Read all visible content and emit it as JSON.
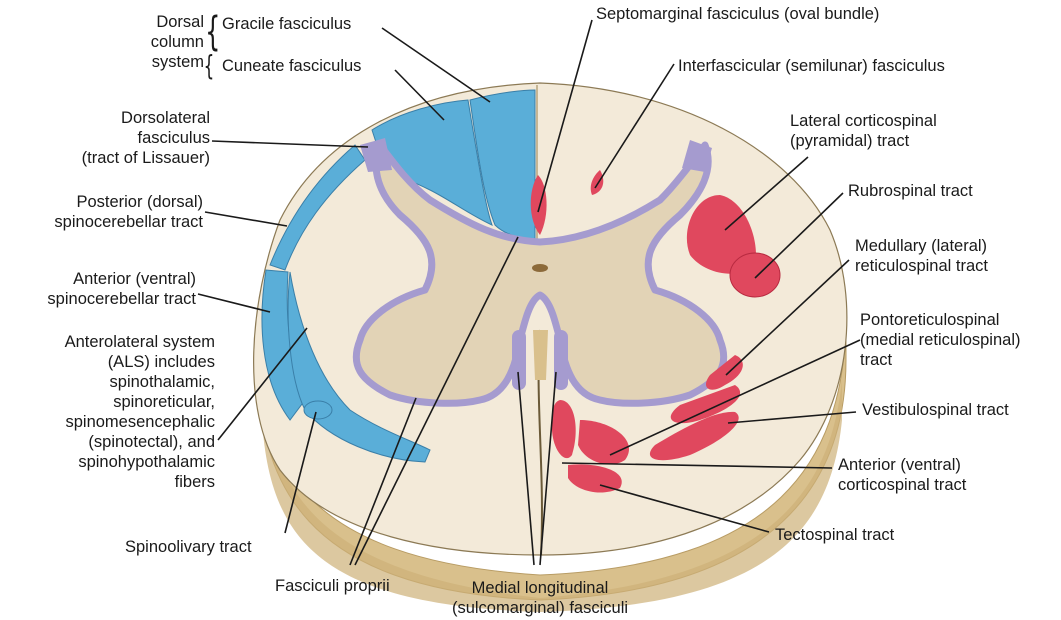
{
  "colors": {
    "white_matter": "#f3ead9",
    "gray_matter": "#e2d3b6",
    "gray_outline": "#a59bcf",
    "tract_blue": "#5aaed8",
    "tract_red": "#e0485e",
    "cut_surface": "#d9c08c",
    "leader_line": "#1a1a1a"
  },
  "labels": {
    "dorsal_column_system": [
      "Dorsal",
      "column",
      "system"
    ],
    "gracile": "Gracile fasciculus",
    "cuneate": "Cuneate fasciculus",
    "dorsolateral": [
      "Dorsolateral",
      "fasciculus",
      "(tract of Lissauer)"
    ],
    "posterior_spinocerebellar": [
      "Posterior (dorsal)",
      "spinocerebellar tract"
    ],
    "anterior_spinocerebellar": [
      "Anterior (ventral)",
      "spinocerebellar tract"
    ],
    "als": [
      "Anterolateral system",
      "(ALS) includes",
      "spinothalamic,",
      "spinoreticular,",
      "spinomesencephalic",
      "(spinotectal), and",
      "spinohypothalamic",
      "fibers"
    ],
    "spinoolivary": "Spinoolivary tract",
    "fasciculi_proprii": "Fasciculi proprii",
    "medial_longitudinal": [
      "Medial longitudinal",
      "(sulcomarginal) fasciculi"
    ],
    "septomarginal": "Septomarginal fasciculus (oval bundle)",
    "interfascicular": "Interfascicular (semilunar) fasciculus",
    "lateral_corticospinal": [
      "Lateral corticospinal",
      "(pyramidal) tract"
    ],
    "rubrospinal": "Rubrospinal tract",
    "medullary_reticulospinal": [
      "Medullary (lateral)",
      "reticulospinal tract"
    ],
    "pontoreticulospinal": [
      "Pontoreticulospinal",
      "(medial reticulospinal)",
      "tract"
    ],
    "vestibulospinal": "Vestibulospinal tract",
    "anterior_corticospinal": [
      "Anterior (ventral)",
      "corticospinal tract"
    ],
    "tectospinal": "Tectospinal tract"
  }
}
